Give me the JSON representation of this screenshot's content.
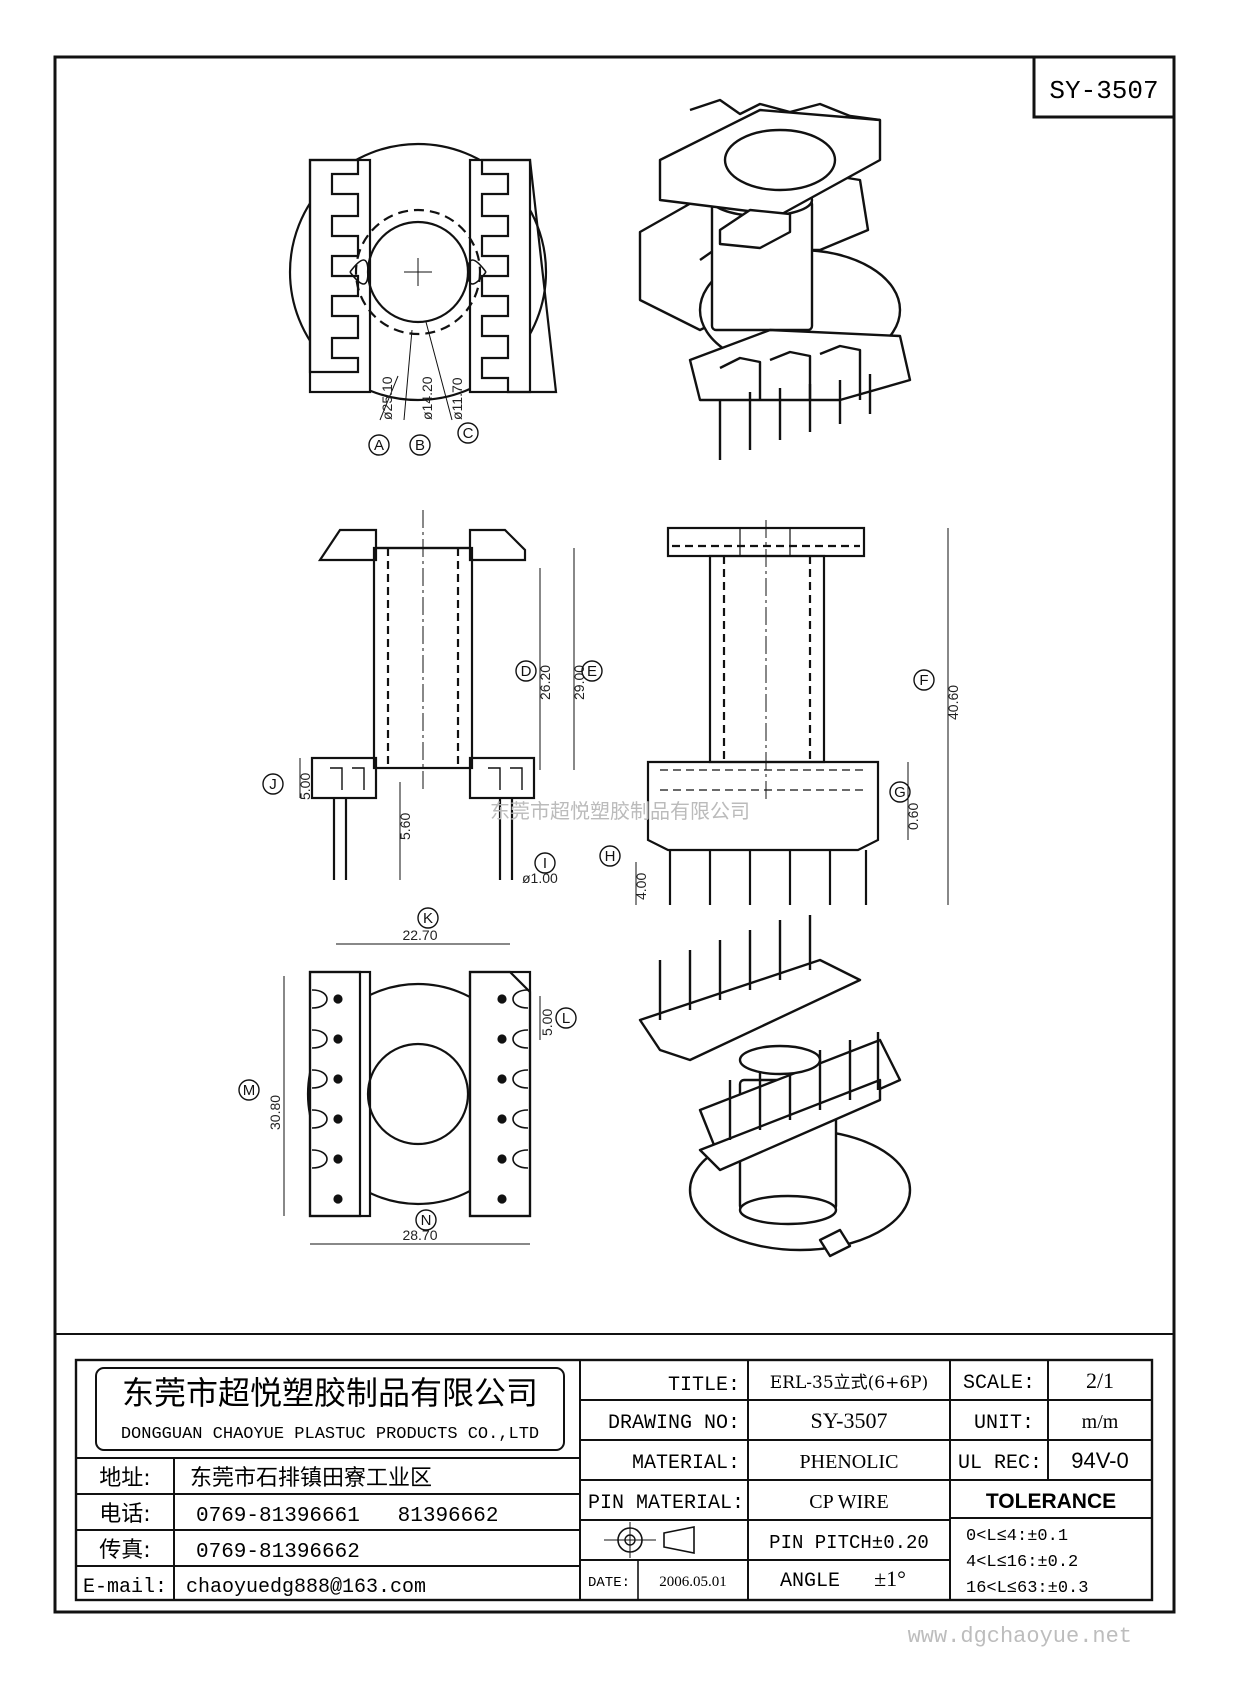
{
  "drawing_id": "SY-3507",
  "watermark_company": "东莞市超悦塑胶制品有限公司",
  "watermark_site": "www.dgchaoyue.net",
  "dimensions": {
    "A": "ø25.10",
    "B": "ø14.20",
    "C": "ø11.70",
    "D": "26.20",
    "E": "29.00",
    "F": "40.60",
    "G": "0.60",
    "H": "4.00",
    "I": "ø1.00",
    "J": "5.00",
    "K": "22.70",
    "L": "5.00",
    "M": "30.80",
    "N": "28.70",
    "pin_len": "5.60"
  },
  "callout_letters": [
    "A",
    "B",
    "C",
    "D",
    "E",
    "F",
    "G",
    "H",
    "I",
    "J",
    "K",
    "L",
    "M",
    "N"
  ],
  "title_block": {
    "company_cn": "东莞市超悦塑胶制品有限公司",
    "company_en": "DONGGUAN CHAOYUE PLASTUC PRODUCTS CO.,LTD",
    "address_label": "地址:",
    "address_value": "东莞市石排镇田寮工业区",
    "phone_label": "电话:",
    "phone_value": "0769-81396661   81396662",
    "fax_label": "传真:",
    "fax_value": "0769-81396662",
    "email_label": "E-mail:",
    "email_value": "chaoyuedg888@163.com",
    "title_label": "TITLE:",
    "title_value": "ERL-35立式(6+6P)",
    "drawing_no_label": "DRAWING NO:",
    "drawing_no_value": "SY-3507",
    "material_label": "MATERIAL:",
    "material_value": "PHENOLIC",
    "pin_material_label": "PIN MATERIAL:",
    "pin_material_value": "CP WIRE",
    "date_label": "DATE:",
    "date_value": "2006.05.01",
    "pin_pitch": "PIN PITCH±0.20",
    "angle_label": "ANGLE",
    "angle_value": "±1°",
    "scale_label": "SCALE:",
    "scale_value": "2/1",
    "unit_label": "UNIT:",
    "unit_value": "m/m",
    "ul_label": "UL REC:",
    "ul_value": "94V-0",
    "tolerance_label": "TOLERANCE",
    "tol_1": "0<L≤4:±0.1",
    "tol_2": "4<L≤16:±0.2",
    "tol_3": "16<L≤63:±0.3"
  }
}
